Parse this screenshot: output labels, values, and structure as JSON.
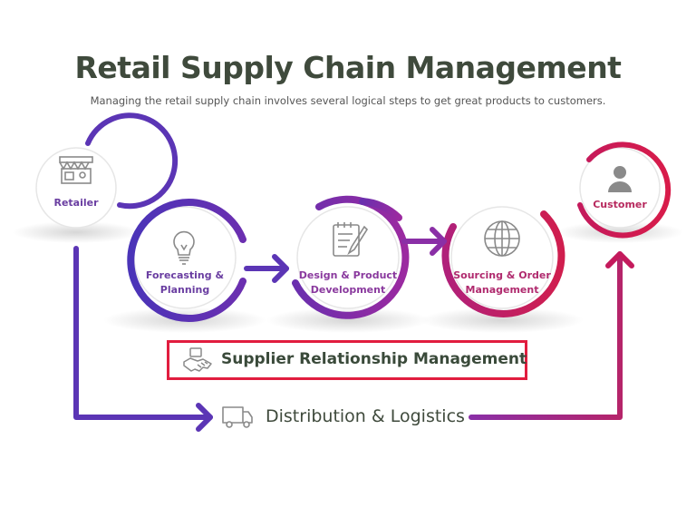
{
  "header": {
    "title": "Retail Supply Chain Management",
    "subtitle": "Managing the retail supply chain involves several logical steps to get great products to customers."
  },
  "nodes": [
    {
      "id": "retailer",
      "label": "Retailer",
      "icon": "storefront-icon"
    },
    {
      "id": "forecasting",
      "label": "Forecasting &\nPlanning",
      "icon": "lightbulb-icon"
    },
    {
      "id": "design",
      "label": "Design & Product\nDevelopment",
      "icon": "notepad-pencil-icon"
    },
    {
      "id": "sourcing",
      "label": "Sourcing & Order\nManagement",
      "icon": "globe-icon"
    },
    {
      "id": "customer",
      "label": "Customer",
      "icon": "person-icon"
    }
  ],
  "supplier_relationship": {
    "label": "Supplier Relationship Management",
    "icon": "handshake-icon"
  },
  "distribution": {
    "label": "Distribution & Logistics",
    "icon": "truck-icon"
  },
  "colors": {
    "title": "#3f4a3c",
    "purple": "#5b35b5",
    "violet": "#8a2fa6",
    "magenta": "#c2185b",
    "red": "#d31f4b",
    "highlight_border": "#e11d3f"
  }
}
